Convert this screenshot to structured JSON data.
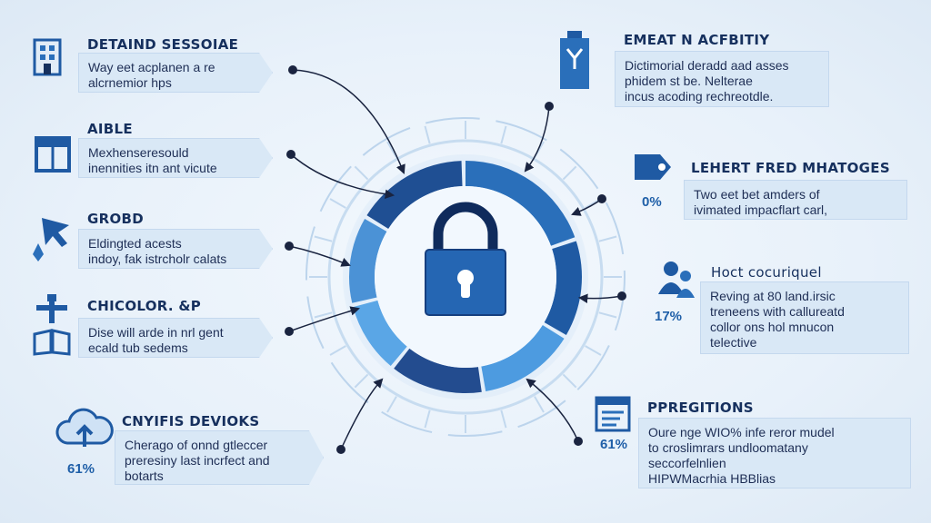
{
  "colors": {
    "background": "#e8f1fa",
    "dark_blue": "#16305e",
    "primary_blue": "#2a6fba",
    "light_blue": "#5aa6e6",
    "panel_fill": "#d9e8f6"
  },
  "center": {
    "icon": "padlock-icon"
  },
  "panels": [
    {
      "id": "left-1",
      "icon": "building-icon",
      "title": "DETAIND SESSOIAE",
      "lines": [
        "Way eet acplanen a re",
        "alcrnemior hps"
      ]
    },
    {
      "id": "left-2",
      "icon": "door-icon",
      "title": "AIBLE",
      "lines": [
        "Mexhenseresould",
        "inennities itn ant vicute"
      ]
    },
    {
      "id": "left-3",
      "icon": "cursor-arrow-icon",
      "title": "GROBD",
      "lines": [
        "Eldingted acests",
        "indoy, fak istrcholr calats"
      ]
    },
    {
      "id": "left-4",
      "icon": "network-book-icon",
      "title": "CHICOLOR. &P",
      "lines": [
        "Dise will arde in nrl gent",
        "ecald tub sedems"
      ]
    },
    {
      "id": "left-5",
      "icon": "cloud-upload-icon",
      "title": "CNYIFIS DEVIOKS",
      "pct": "61%",
      "lines": [
        "Cherago of onnd gtleccer",
        "preresiny last incrfect and",
        "botarts"
      ]
    },
    {
      "id": "right-1",
      "icon": "id-badge-icon",
      "title": "EMEAT N ACFBITIY",
      "lines": [
        "Dictimorial deradd aad asses",
        "phidem st be. Nelterae",
        "incus acoding rechreotdle."
      ]
    },
    {
      "id": "right-2",
      "icon": "tag-icon",
      "title": "LEHERT FRED MHATOGES",
      "pct": "0%",
      "lines": [
        "Two eet bet amders of",
        "ivimated impacflart carl,"
      ]
    },
    {
      "id": "right-3",
      "icon": "user-group-icon",
      "title": "Hoct cocuriquel",
      "pct": "17%",
      "lines": [
        "Reving at 80 land.irsic",
        "treneens with callureatd",
        "collor ons hol mnucon",
        "telective"
      ]
    },
    {
      "id": "right-4",
      "icon": "document-chart-icon",
      "title": "PPREGITIONS",
      "pct": "61%",
      "lines": [
        "Oure nge WIO% infe reror mudel",
        "to croslimrars undloomatany",
        "seccorfelnlien",
        "HIPWMacrhia HBBlias"
      ]
    }
  ]
}
